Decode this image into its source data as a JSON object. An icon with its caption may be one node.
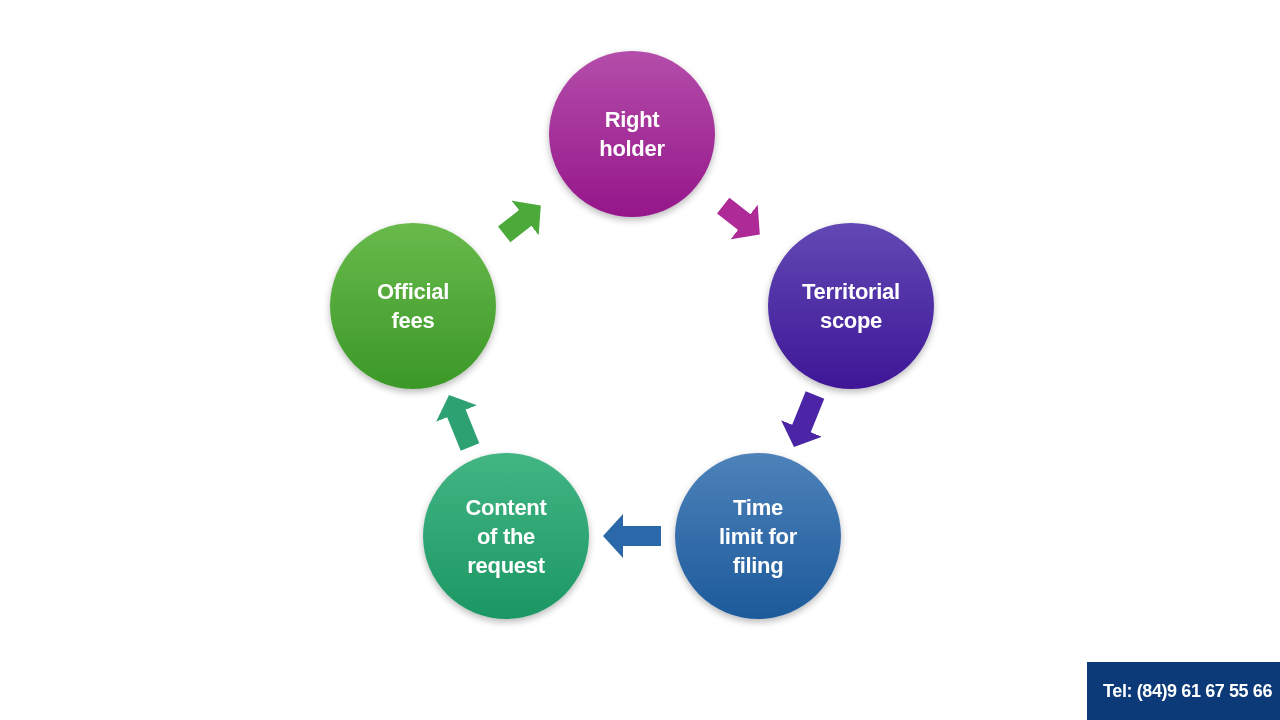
{
  "diagram": {
    "nodes": [
      {
        "text": [
          "Right holder"
        ]
      },
      {
        "text": [
          "Territorial scope"
        ]
      },
      {
        "text": [
          "Time limit for filing"
        ]
      },
      {
        "text": [
          "Content of the request"
        ]
      },
      {
        "text": [
          "Official fees"
        ]
      }
    ],
    "edges": [
      {
        "from": 0,
        "to": 1,
        "arrow": "to",
        "color": "#ae2a97"
      },
      {
        "from": 1,
        "to": 2,
        "arrow": "to",
        "color": "#4b25a5"
      },
      {
        "from": 2,
        "to": 3,
        "arrow": "to",
        "color": "#2a68a9"
      },
      {
        "from": 3,
        "to": 4,
        "arrow": "to",
        "color": "#2ea172"
      },
      {
        "from": 4,
        "to": 0,
        "arrow": "to",
        "color": "#4caa3a"
      }
    ],
    "labels": [
      "Tel: (84)9 61 67 55 66"
    ]
  }
}
